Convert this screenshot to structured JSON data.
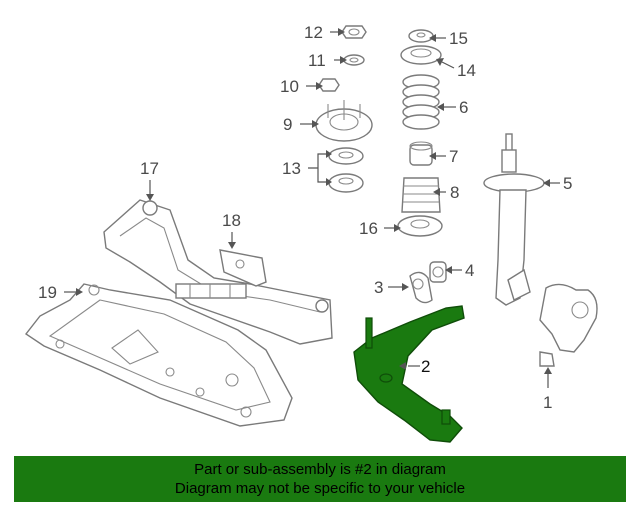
{
  "callouts": {
    "c1": "1",
    "c2": "2",
    "c3": "3",
    "c4": "4",
    "c5": "5",
    "c6": "6",
    "c7": "7",
    "c8": "8",
    "c9": "9",
    "c10": "10",
    "c11": "11",
    "c12": "12",
    "c13": "13",
    "c14": "14",
    "c15": "15",
    "c16": "16",
    "c17": "17",
    "c18": "18",
    "c19": "19"
  },
  "highlighted_part": "2",
  "colors": {
    "highlight": "#1a7a10",
    "banner": "#1a7a10",
    "outline": "#7a7a7a"
  },
  "banner": {
    "line1": "Part or sub-assembly is #2 in diagram",
    "line2": "Diagram may not be specific to your vehicle"
  }
}
